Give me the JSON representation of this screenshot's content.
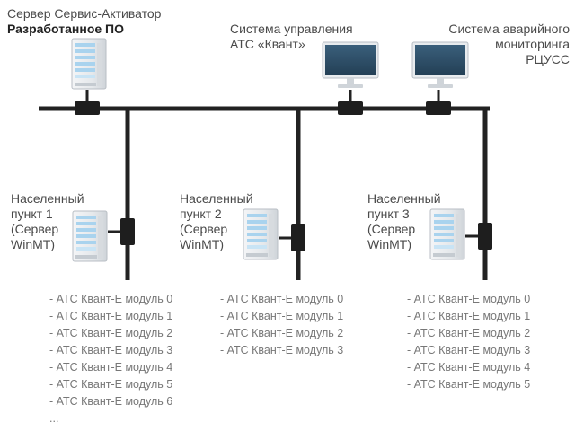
{
  "server": {
    "name": "Сервер Сервис-Активатор",
    "subtitle": "Разработанное ПО"
  },
  "control_system": {
    "title": "Система управления\nАТС «Квант»"
  },
  "emergency_system": {
    "title": "Система аварийного\nмониторинга\nРЦУСС"
  },
  "sites": [
    {
      "label": "Населенный\nпункт 1\n(Сервер\nWinMT)",
      "modules": [
        "- АТС Квант-Е модуль 0",
        "- АТС Квант-Е модуль 1",
        "- АТС Квант-Е модуль 2",
        "- АТС Квант-Е модуль 3",
        "- АТС Квант-Е модуль 4",
        "- АТС Квант-Е модуль 5",
        "- АТС Квант-Е модуль 6",
        "..."
      ]
    },
    {
      "label": "Населенный\nпункт 2\n(Сервер\nWinMT)",
      "modules": [
        "- АТС Квант-Е модуль 0",
        "- АТС Квант-Е модуль 1",
        "- АТС Квант-Е модуль 2",
        "- АТС Квант-Е модуль 3"
      ]
    },
    {
      "label": "Населенный\nпункт 3\n(Сервер\nWinMT)",
      "modules": [
        "- АТС Квант-Е модуль 0",
        "- АТС Квант-Е модуль 1",
        "- АТС Квант-Е модуль 2",
        "- АТС Квант-Е модуль 3",
        "- АТС Квант-Е модуль 4",
        "- АТС Квант-Е модуль 5"
      ]
    }
  ],
  "colors": {
    "line": "#222222",
    "server_body": "#e8ebee",
    "monitor_screen": "#2e4e66"
  },
  "icons": [
    "server-icon",
    "monitor-icon",
    "network-connector-icon"
  ]
}
